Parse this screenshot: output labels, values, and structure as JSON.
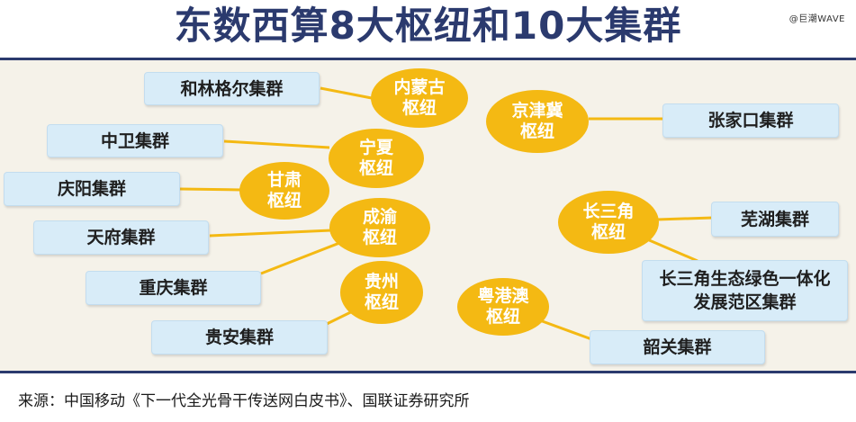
{
  "title": "东数西算8大枢纽和10大集群",
  "watermark": "@巨潮WAVE",
  "source": "来源：中国移动《下一代全光骨干传送网白皮书》、国联证券研究所",
  "hubs": [
    {
      "line1": "内蒙古",
      "line2": "枢纽"
    },
    {
      "line1": "京津冀",
      "line2": "枢纽"
    },
    {
      "line1": "宁夏",
      "line2": "枢纽"
    },
    {
      "line1": "甘肃",
      "line2": "枢纽"
    },
    {
      "line1": "成渝",
      "line2": "枢纽"
    },
    {
      "line1": "贵州",
      "line2": "枢纽"
    },
    {
      "line1": "长三角",
      "line2": "枢纽"
    },
    {
      "line1": "粤港澳",
      "line2": "枢纽"
    }
  ],
  "clusters": [
    {
      "label": "和林格尔集群"
    },
    {
      "label": "中卫集群"
    },
    {
      "label": "庆阳集群"
    },
    {
      "label": "天府集群"
    },
    {
      "label": "重庆集群"
    },
    {
      "label": "贵安集群"
    },
    {
      "label": "张家口集群"
    },
    {
      "label": "芜湖集群"
    },
    {
      "label": "长三角生态绿色一体化发展范区集群"
    },
    {
      "label": "韶关集群"
    }
  ],
  "colors": {
    "title": "#2b3a6e",
    "hub_fill": "#f4b913",
    "cluster_fill": "#d8ecf8",
    "connector": "#f4b913",
    "panel_bg": "#f5f2e9"
  }
}
